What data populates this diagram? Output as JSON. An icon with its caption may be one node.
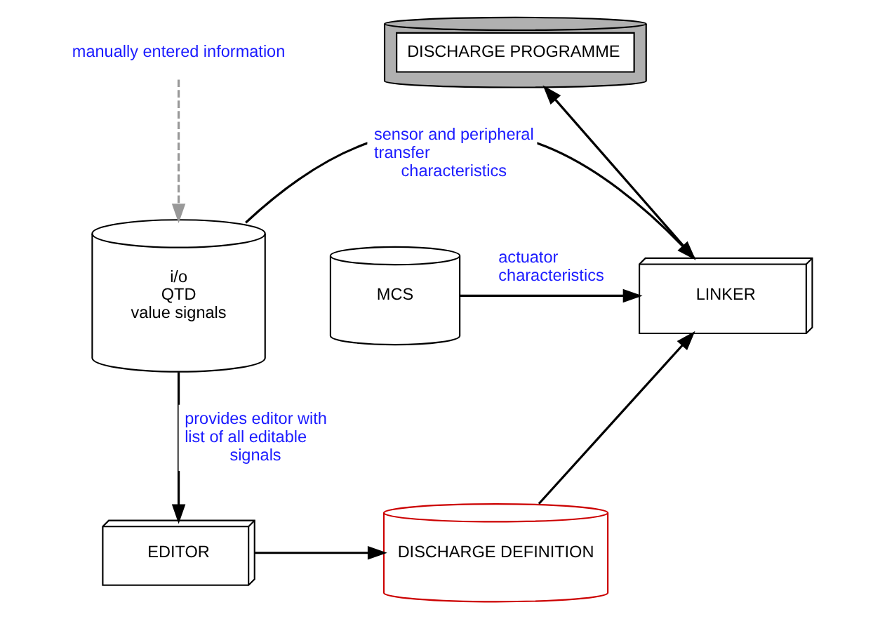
{
  "diagram": {
    "nodes": [
      {
        "text": [
          "manually entered information"
        ]
      },
      {
        "text": [
          "DISCHARGE PROGRAMME"
        ]
      },
      {
        "text": [
          "i/o",
          "QTD",
          "value signals"
        ]
      },
      {
        "text": [
          "LINKER"
        ]
      },
      {
        "text": [
          "MCS"
        ]
      },
      {
        "text": [
          "EDITOR"
        ]
      },
      {
        "text": [
          "DISCHARGE DEFINITION"
        ]
      }
    ],
    "edges": [
      {
        "from": 0,
        "to": 2,
        "arrow": "to",
        "style": "dashed",
        "color": "#999999"
      },
      {
        "from": 2,
        "to": 3,
        "arrow": "to",
        "label": "sensor and peripheral transfer characteristics"
      },
      {
        "from": 3,
        "to": 1,
        "arrow": "to"
      },
      {
        "from": 4,
        "to": 3,
        "arrow": "to",
        "label": "actuator characteristics"
      },
      {
        "from": 2,
        "to": 5,
        "arrow": "to",
        "label": "provides editor with list of all editable signals"
      },
      {
        "from": 5,
        "to": 6,
        "arrow": "to"
      },
      {
        "from": 6,
        "to": 3,
        "arrow": "to"
      }
    ]
  }
}
